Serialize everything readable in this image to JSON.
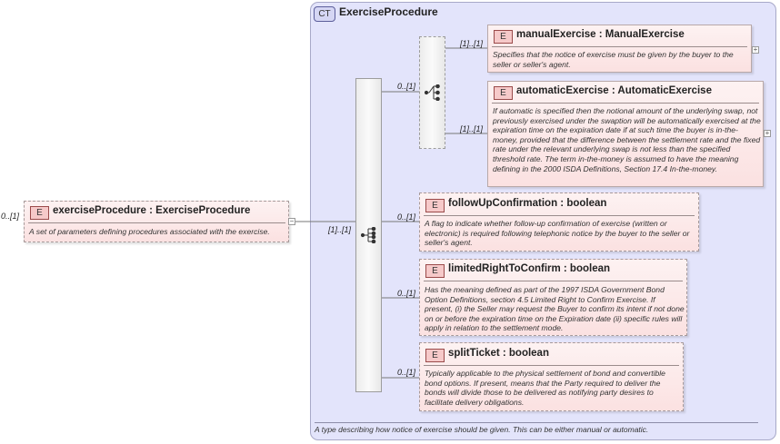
{
  "complex_type": {
    "badge": "CT",
    "name": "ExerciseProcedure",
    "documentation": "A type describing how notice of exercise should be given. This can be either manual or automatic."
  },
  "root": {
    "badge": "E",
    "cardinality": "0..[1]",
    "title": "exerciseProcedure : ExerciseProcedure",
    "documentation": "A set of parameters defining procedures associated with the exercise.",
    "toggle": "−"
  },
  "sequence_cardinality": "[1]..[1]",
  "choice_cardinality": "0..[1]",
  "elements": {
    "manual": {
      "badge": "E",
      "cardinality": "[1]..[1]",
      "title": "manualExercise : ManualExercise",
      "documentation": "Specifies that the notice of exercise must be given by the buyer to the seller or seller's agent.",
      "toggle": "+"
    },
    "automatic": {
      "badge": "E",
      "cardinality": "[1]..[1]",
      "title": "automaticExercise : AutomaticExercise",
      "documentation": "If automatic is specified then the notional amount of the underlying swap, not previously exercised under the swaption will be automatically exercised at the expiration time on the expiration date if at such time the buyer is in-the-money, provided that the difference between the settlement rate and the fixed rate under the relevant underlying swap is not less than the specified threshold rate. The term in-the-money is assumed to have the meaning defining in the 2000 ISDA Definitions, Section 17.4 In-the-money.",
      "toggle": "+"
    },
    "followUp": {
      "badge": "E",
      "cardinality": "0..[1]",
      "title": "followUpConfirmation : boolean",
      "documentation": "A flag to indicate whether follow-up confirmation of exercise (written or electronic) is required following telephonic notice by the buyer to the seller or seller's agent."
    },
    "limited": {
      "badge": "E",
      "cardinality": "0..[1]",
      "title": "limitedRightToConfirm : boolean",
      "documentation": "Has the meaning defined as part of the 1997 ISDA Government Bond Option Definitions, section 4.5 Limited Right to Confirm Exercise. If present, (i) the Seller may request the Buyer to confirm its intent if not done on or before the expiration time on the Expiration date (ii) specific rules will apply in relation to the settlement mode."
    },
    "split": {
      "badge": "E",
      "cardinality": "0..[1]",
      "title": "splitTicket : boolean",
      "documentation": "Typically applicable to the physical settlement of bond and convertible bond options. If present, means that the Party required to deliver the bonds will divide those to be delivered as notifying party desires to facilitate delivery obligations."
    }
  }
}
